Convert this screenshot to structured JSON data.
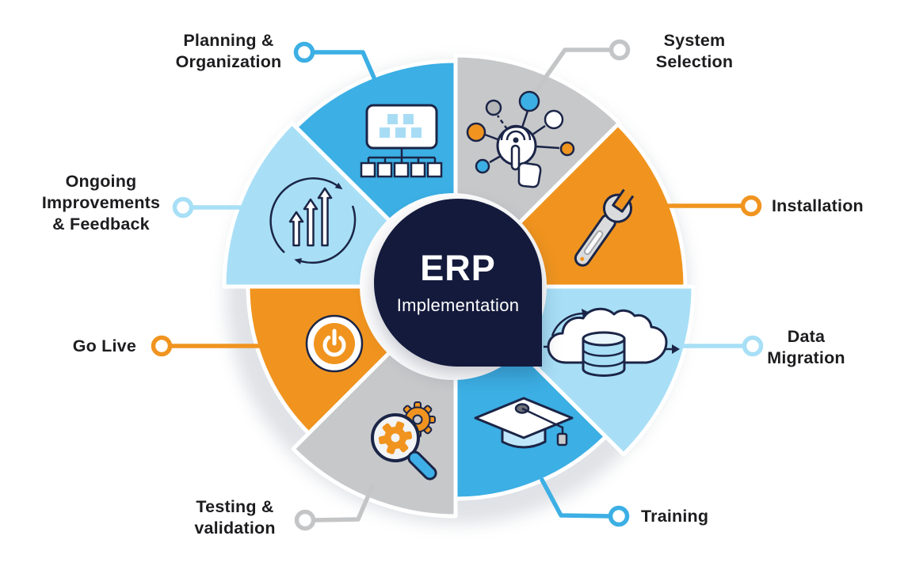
{
  "center": {
    "title": "ERP",
    "subtitle": "Implementation",
    "background_color": "#141A3C",
    "text_color": "#FFFFFF"
  },
  "colors": {
    "blue": "#3CAFE4",
    "light_blue": "#A8DFF6",
    "gray": "#C7C8CA",
    "orange": "#F0941F",
    "navy_outline": "#1B2547",
    "label_text": "#1D1D20"
  },
  "segments": [
    {
      "id": "planning",
      "label_lines": [
        "Planning &",
        "Organization"
      ],
      "color": "#3CAFE4",
      "icon": "org-chart-icon"
    },
    {
      "id": "system-selection",
      "label_lines": [
        "System",
        "Selection"
      ],
      "color": "#C7C8CA",
      "icon": "touch-network-icon"
    },
    {
      "id": "installation",
      "label_lines": [
        "Installation"
      ],
      "color": "#F0941F",
      "icon": "wrench-icon"
    },
    {
      "id": "data-migration",
      "label_lines": [
        "Data",
        "Migration"
      ],
      "color": "#A8DFF6",
      "icon": "cloud-database-icon"
    },
    {
      "id": "training",
      "label_lines": [
        "Training"
      ],
      "color": "#3CAFE4",
      "icon": "graduation-cap-icon"
    },
    {
      "id": "testing",
      "label_lines": [
        "Testing &",
        "validation"
      ],
      "color": "#C7C8CA",
      "icon": "magnifier-gear-icon"
    },
    {
      "id": "go-live",
      "label_lines": [
        "Go Live"
      ],
      "color": "#F0941F",
      "icon": "power-button-icon"
    },
    {
      "id": "ongoing",
      "label_lines": [
        "Ongoing",
        "Improvements",
        "& Feedback"
      ],
      "color": "#A8DFF6",
      "icon": "growth-arrows-icon"
    }
  ]
}
